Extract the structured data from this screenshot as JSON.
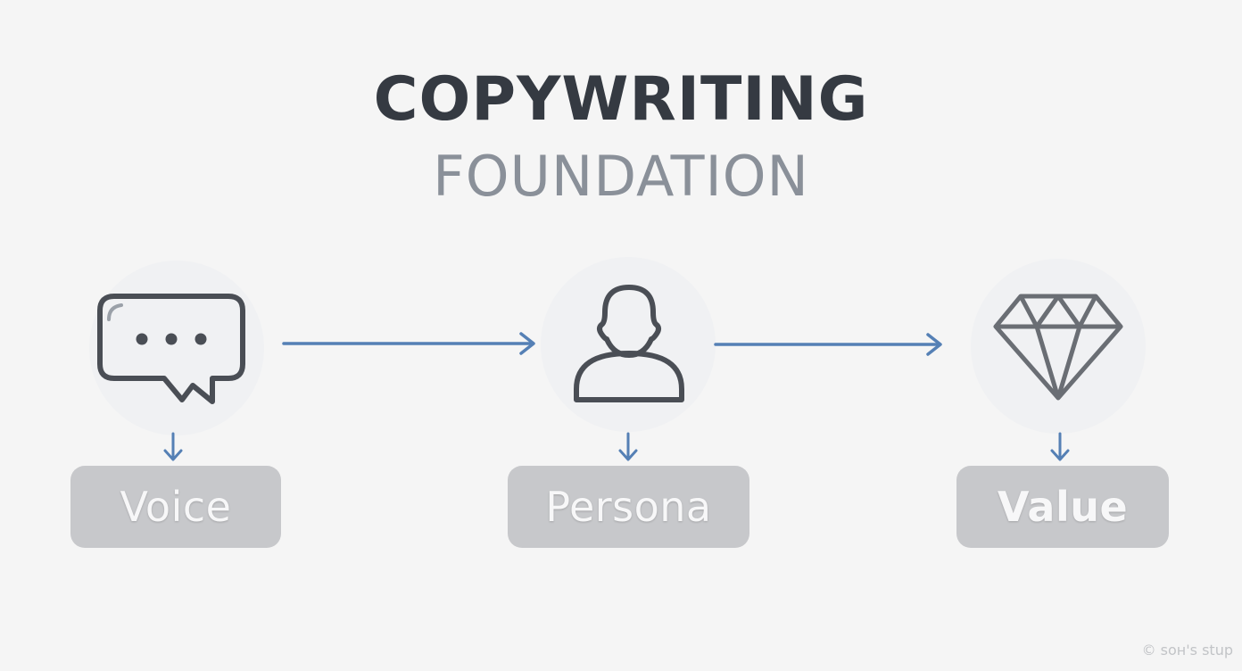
{
  "header": {
    "title": "COPYWRITING",
    "subtitle": "FOUNDATION"
  },
  "steps": [
    {
      "label": "Voice",
      "icon": "speech-bubble-icon"
    },
    {
      "label": "Persona",
      "icon": "person-icon"
    },
    {
      "label": "Value",
      "icon": "diamond-icon"
    }
  ],
  "footer": {
    "credit": "© soн's stup"
  },
  "colors": {
    "background": "#f5f5f5",
    "title": "#353a42",
    "subtitle": "#8a9099",
    "icon_stroke": "#4a4e55",
    "arrow": "#5580b5",
    "label_box": "#c7c8cb",
    "label_text": "#f7f7f8"
  }
}
